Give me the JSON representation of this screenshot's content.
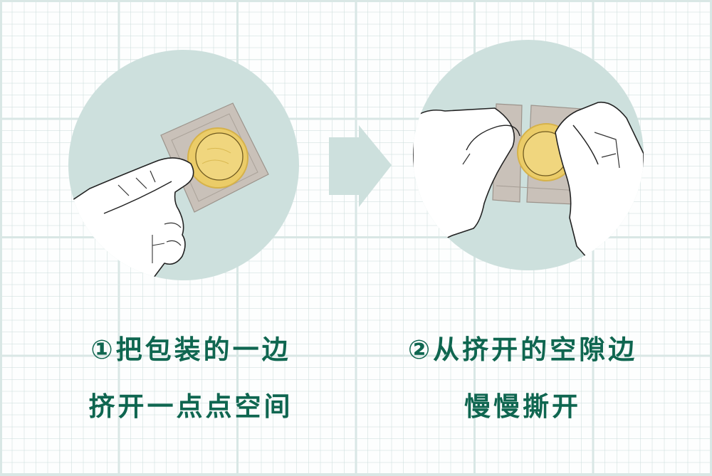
{
  "colors": {
    "background": "#fdfefe",
    "grid_major": "#d9e7e5",
    "circle_fill": "#cde0dd",
    "text": "#0f6650",
    "arrow": "#cde0dd",
    "packet": "#c9c1b9",
    "condom": "#ebcc68",
    "hand": "#ffffff"
  },
  "steps": [
    {
      "number_icon": "circled-digit-one",
      "line1": "①把包装的一边",
      "line2": "挤开一点点空间",
      "illustration": "hand-pinching-condom-packet-corner"
    },
    {
      "number_icon": "circled-digit-two",
      "line1": "②从挤开的空隙边",
      "line2": "慢慢撕开",
      "illustration": "two-hands-tearing-condom-packet"
    }
  ],
  "connector": {
    "icon": "right-arrow-icon"
  }
}
